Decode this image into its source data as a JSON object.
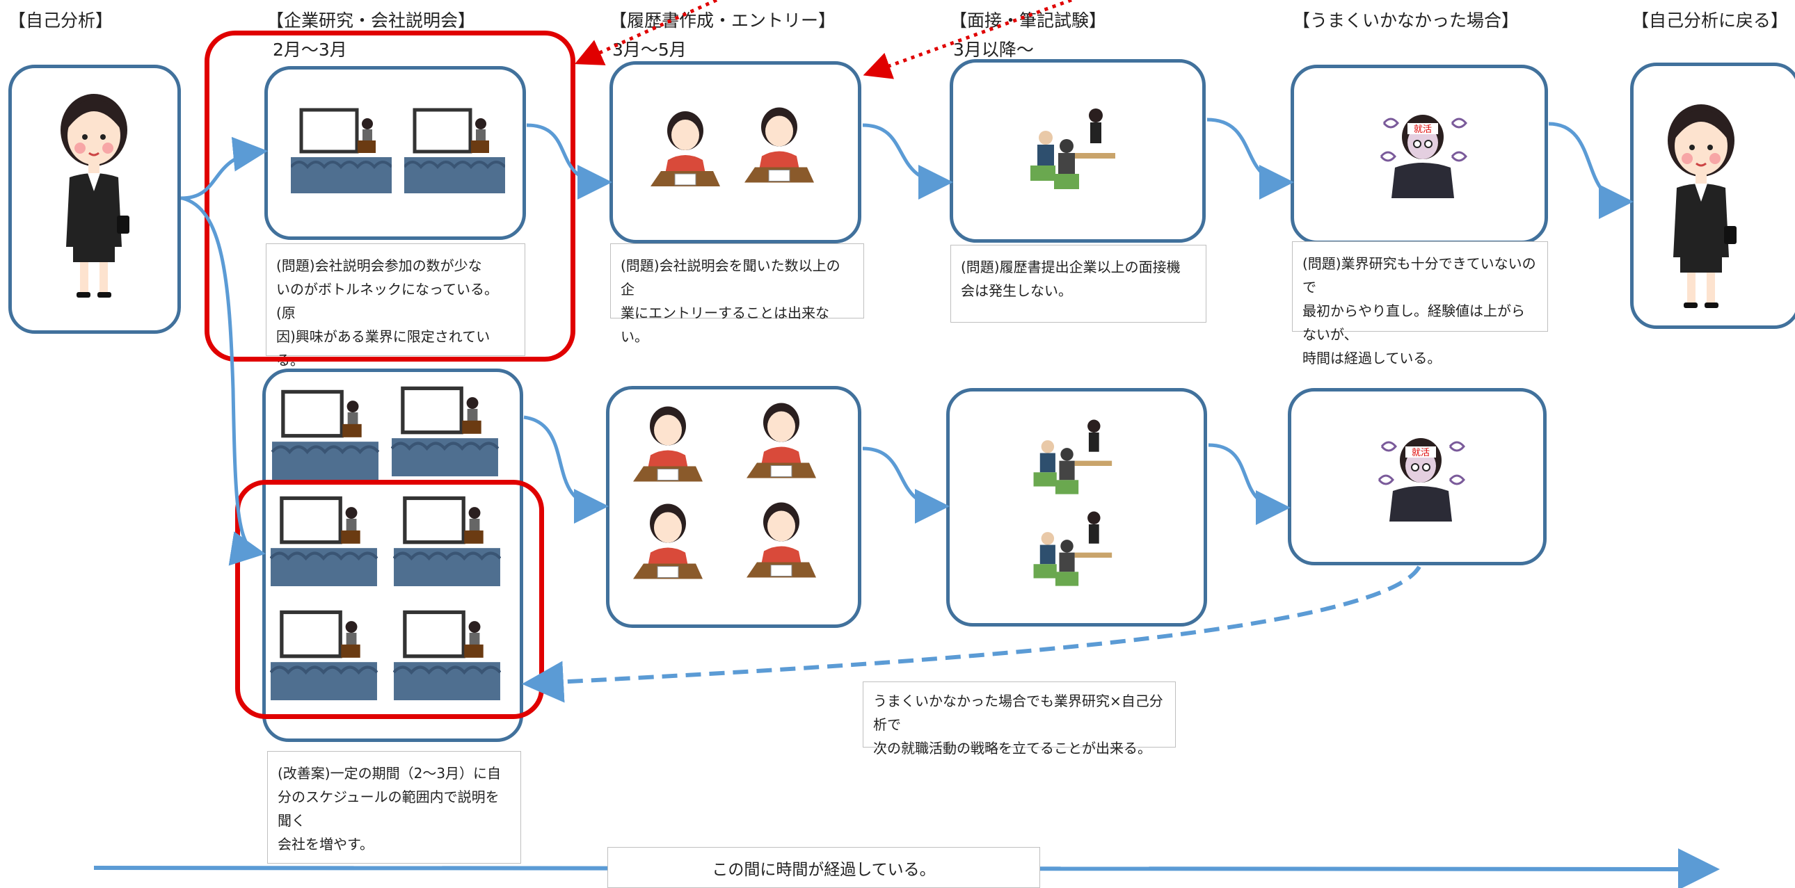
{
  "columns": {
    "self_analysis": "【自己分析】",
    "company_research": "【企業研究・会社説明会】",
    "resume": "【履歴書作成・エントリー】",
    "interview": "【面接・筆記試験】",
    "failure": "【うまくいかなかった場合】",
    "return": "【自己分析に戻る】"
  },
  "periods": {
    "company_research": "2月～3月",
    "resume": "3月～5月",
    "interview": "3月以降～"
  },
  "notes": {
    "company_research_problem": [
      "(問題)会社説明会参加の数が少な",
      "いのがボトルネックになっている。(原",
      "因)興味がある業界に限定されている。"
    ],
    "resume_problem": [
      "(問題)会社説明会を聞いた数以上の企",
      "業にエントリーすることは出来ない。"
    ],
    "interview_problem": [
      "(問題)履歴書提出企業以上の面接機",
      "会は発生しない。"
    ],
    "failure_problem": [
      "(問題)業界研究も十分できていないので",
      "最初からやり直し。経験値は上がらないが、",
      "時間は経過している。"
    ],
    "improvement": [
      "(改善案)一定の期間（2～3月）に自",
      "分のスケジュールの範囲内で説明を聞く",
      "会社を増やす。"
    ],
    "retry_strategy": [
      "うまくいかなかった場合でも業界研究×自己分析で",
      "次の就職活動の戦略を立てることが出来る。"
    ]
  },
  "badge_text": "就活",
  "timeline_label": "この間に時間が経過している。",
  "colors": {
    "box_border": "#41719c",
    "arrow": "#5b9bd5",
    "highlight": "#e00000"
  }
}
